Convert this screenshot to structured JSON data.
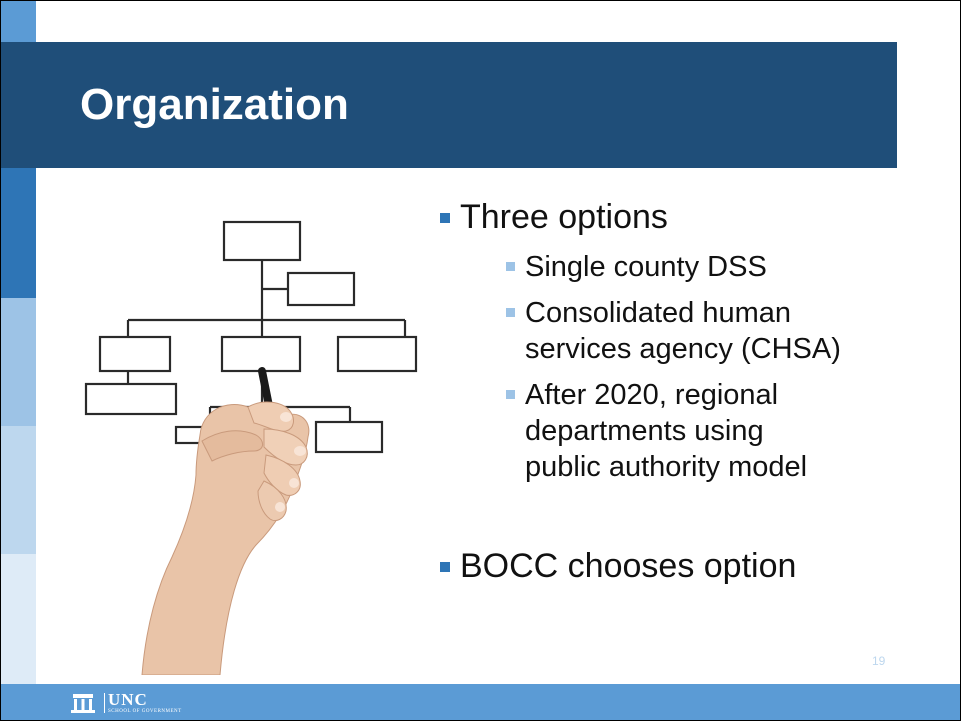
{
  "slide": {
    "title": "Organization",
    "page_number": "19"
  },
  "bullets": {
    "level1": [
      {
        "text": "Three options"
      },
      {
        "text": "BOCC chooses option"
      }
    ],
    "level2": [
      {
        "lines": [
          "Single county DSS"
        ]
      },
      {
        "lines": [
          "Consolidated human",
          "services agency (CHSA)"
        ]
      },
      {
        "lines": [
          "After 2020, regional",
          "departments using",
          "public authority model"
        ]
      }
    ]
  },
  "footer": {
    "logo_main": "UNC",
    "logo_sub": "SCHOOL OF GOVERNMENT"
  },
  "colors": {
    "title_band": "#1f4e79",
    "bottom_bar": "#5b9bd5",
    "bullet_l1": "#2e75b6",
    "bullet_l2": "#9dc3e6"
  },
  "illustration": {
    "description_icon": "org-chart-hand-drawing-icon"
  }
}
